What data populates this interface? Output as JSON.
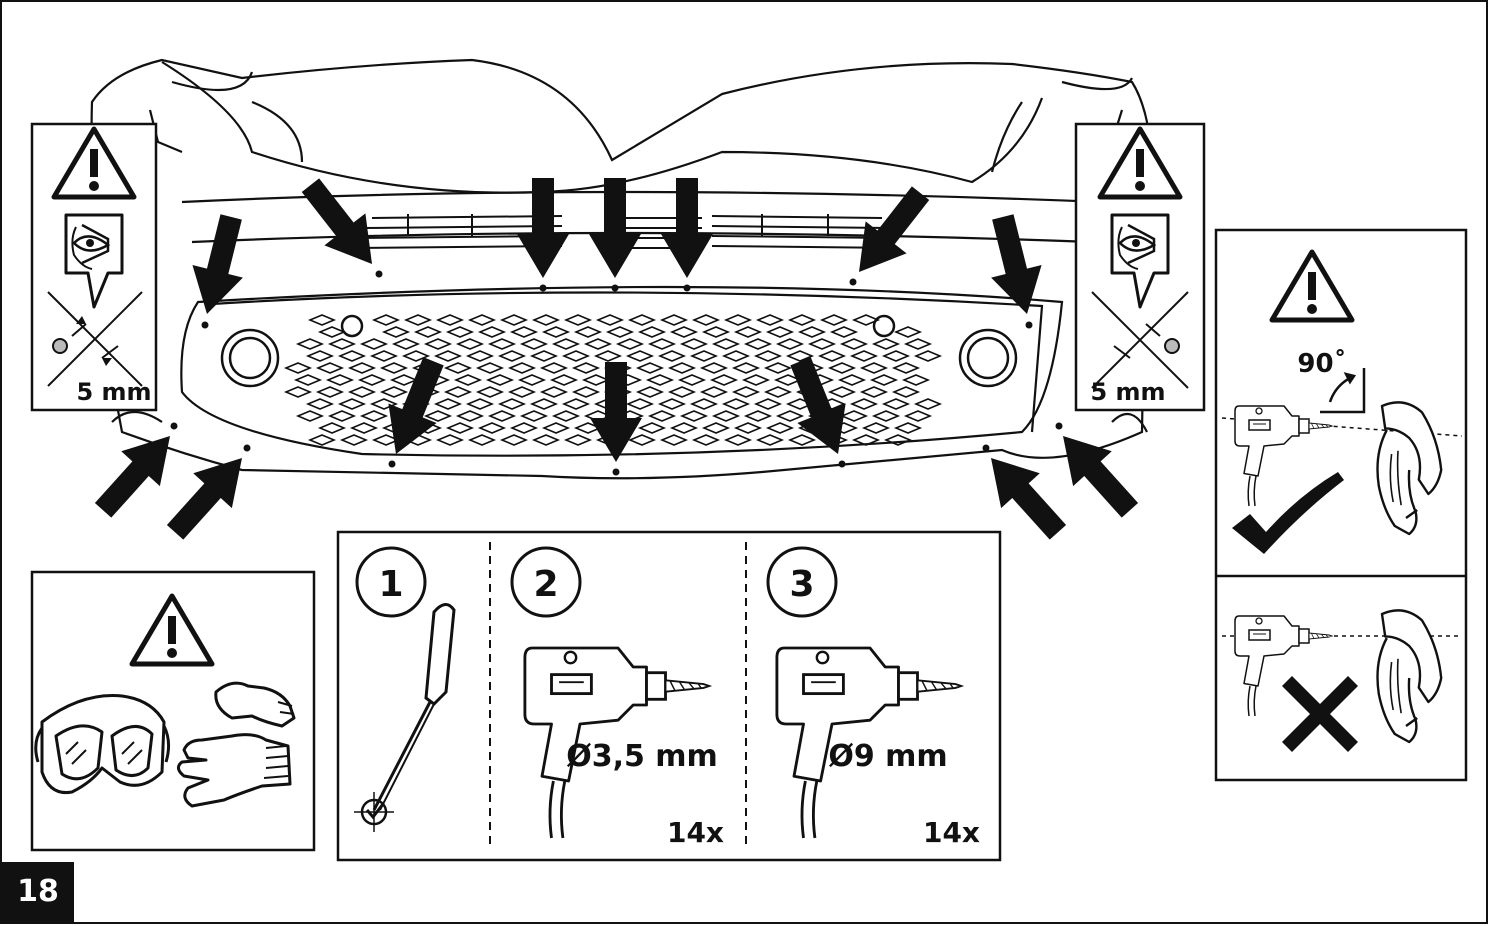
{
  "step_number": "18",
  "gap_panels": {
    "left_label": "5 mm",
    "right_label": "5 mm"
  },
  "angle_panel": {
    "angle_label": "90˚"
  },
  "steps": [
    {
      "number": "1"
    },
    {
      "number": "2",
      "diameter": "Ø3,5 mm",
      "count": "14x"
    },
    {
      "number": "3",
      "diameter": "Ø9 mm",
      "count": "14x"
    }
  ],
  "icons": {
    "warning": "warning-triangle-icon",
    "eye": "eye-icon",
    "goggles": "safety-goggles-icon",
    "gloves": "gloves-icon",
    "drill": "power-drill-icon",
    "awl": "scriber-awl-icon",
    "check": "checkmark-icon",
    "cross": "cross-icon"
  },
  "colors": {
    "line": "#111111",
    "background": "#ffffff",
    "mark_fill": "#bbbbbb"
  }
}
